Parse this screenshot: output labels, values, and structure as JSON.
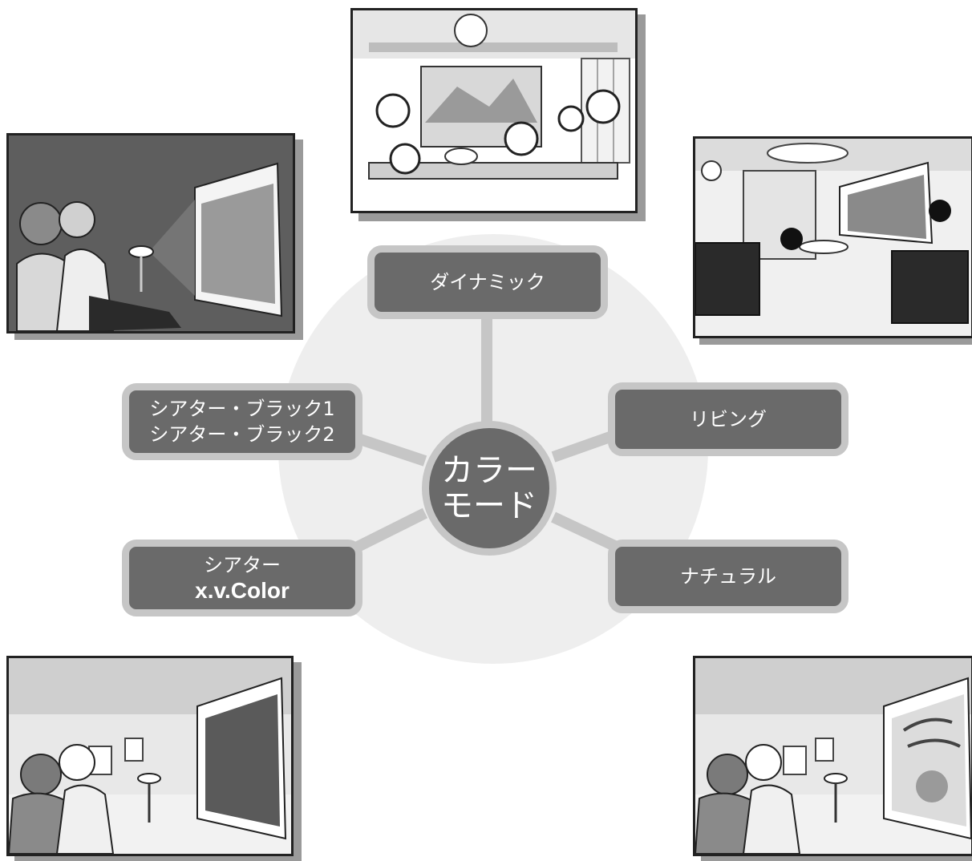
{
  "center": {
    "line1": "カラー",
    "line2": "モード"
  },
  "modes": {
    "dynamic": {
      "label": "ダイナミック"
    },
    "living": {
      "label": "リビング"
    },
    "natural": {
      "label": "ナチュラル"
    },
    "theater_black": {
      "line1": "シアター・ブラック1",
      "line2": "シアター・ブラック2"
    },
    "theater_xv": {
      "line1": "シアター",
      "line2": "x.v.Color"
    }
  },
  "colors": {
    "box_fill": "#6a6a6a",
    "box_border": "#c6c6c6",
    "background_circle": "#eeeeee",
    "connector": "#c6c6c6"
  }
}
